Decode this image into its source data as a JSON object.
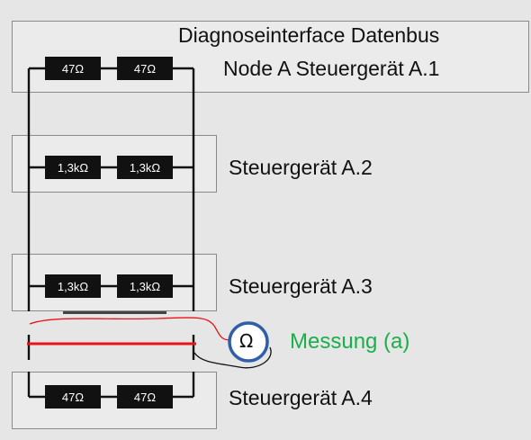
{
  "interface": {
    "title": "Diagnoseinterface Datenbus",
    "node_label": "Node A Steuergerät A.1",
    "resistors": [
      "47Ω",
      "47Ω"
    ]
  },
  "units": [
    {
      "label": "Steuergerät A.2",
      "resistors": [
        "1,3kΩ",
        "1,3kΩ"
      ]
    },
    {
      "label": "Steuergerät A.3",
      "resistors": [
        "1,3kΩ",
        "1,3kΩ"
      ]
    },
    {
      "label": "Steuergerät A.4",
      "resistors": [
        "47Ω",
        "47Ω"
      ]
    }
  ],
  "measurement": {
    "symbol": "Ω",
    "label": "Messung (a)"
  },
  "colors": {
    "wire": "#111111",
    "short_line": "#e8141c",
    "meter_ring": "#2f5fa8",
    "measurement_text": "#19b04a"
  }
}
